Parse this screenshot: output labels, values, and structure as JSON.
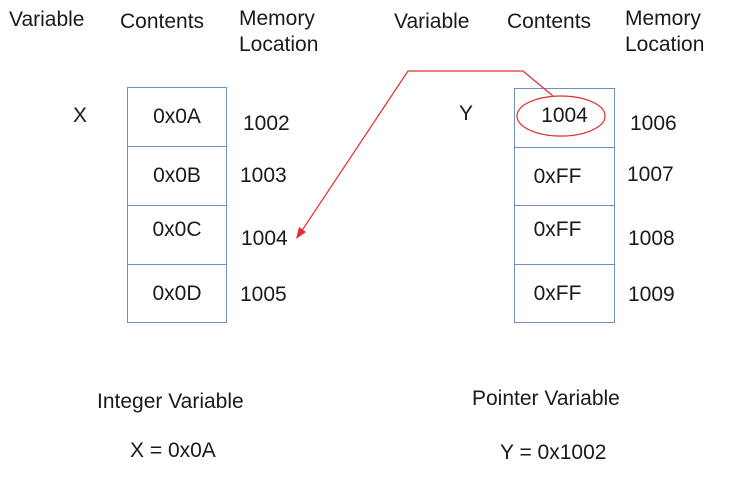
{
  "headers": {
    "variable": "Variable",
    "contents": "Contents",
    "memory_location": "Memory\nLocation"
  },
  "integer_side": {
    "var_name": "X",
    "cells": [
      {
        "content": "0x0A",
        "address": "1002"
      },
      {
        "content": "0x0B",
        "address": "1003"
      },
      {
        "content": "0x0C",
        "address": "1004"
      },
      {
        "content": "0x0D",
        "address": "1005"
      }
    ],
    "caption": "Integer Variable",
    "equation": "X = 0x0A"
  },
  "pointer_side": {
    "var_name": "Y",
    "cells": [
      {
        "content": "1004",
        "address": "1006"
      },
      {
        "content": "0xFF",
        "address": "1007"
      },
      {
        "content": "0xFF",
        "address": "1008"
      },
      {
        "content": "0xFF",
        "address": "1009"
      }
    ],
    "caption": "Pointer Variable",
    "equation": "Y = 0x1002"
  },
  "colors": {
    "arrow": "#e03030",
    "cell_border": "#6f8fbf",
    "text": "#1a1a1a"
  }
}
